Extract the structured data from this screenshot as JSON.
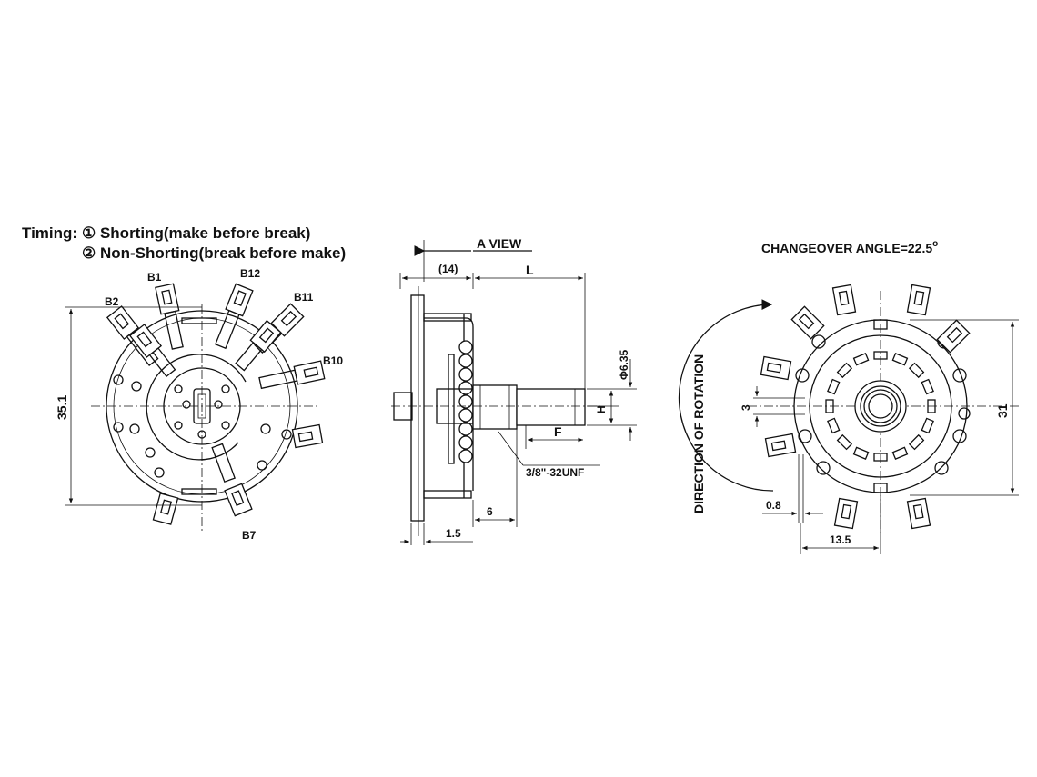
{
  "timing": {
    "prefix": "Timing:",
    "item1": "① Shorting(make before break)",
    "item2": "② Non-Shorting(break before make)"
  },
  "left_view": {
    "labels": {
      "b1": "B1",
      "b2": "B2",
      "b12": "B12",
      "b11": "B11",
      "b10": "B10",
      "b7": "B7"
    },
    "dim_height": "35.1"
  },
  "side_view": {
    "view_label": "A VIEW",
    "dim_14": "(14)",
    "dim_L": "L",
    "dim_phi": "Φ6.35",
    "dim_H": "H",
    "dim_F": "F",
    "thread": "3/8\"-32UNF",
    "dim_6": "6",
    "dim_1_5": "1.5"
  },
  "right_view": {
    "title": "CHANGEOVER ANGLE=22.5",
    "degree": "o",
    "rotation": "DIRECTION OF ROTATION",
    "dim_31": "31",
    "dim_3": "3",
    "dim_0_8": "0.8",
    "dim_13_5": "13.5"
  },
  "colors": {
    "ink": "#111111",
    "paper": "#ffffff"
  }
}
